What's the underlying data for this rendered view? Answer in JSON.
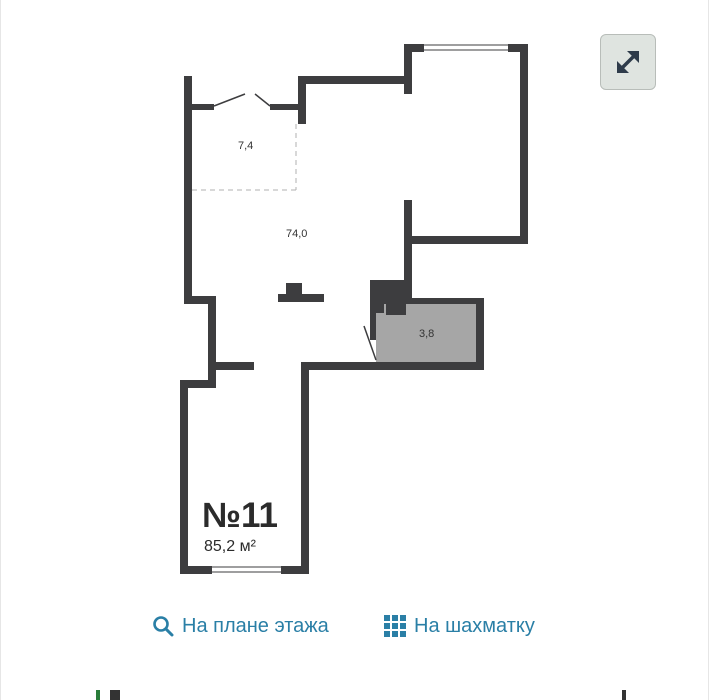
{
  "plan": {
    "rooms": [
      {
        "name": "hall",
        "label": "7,4"
      },
      {
        "name": "main",
        "label": "74,0"
      },
      {
        "name": "bathroom",
        "label": "3,8"
      }
    ],
    "apartment_number": "№11",
    "apartment_area": "85,2 м²"
  },
  "expand_button": {
    "icon": "expand-diagonal-arrows-icon"
  },
  "links": {
    "floor_plan": {
      "icon": "search-icon",
      "label": "На плане этажа"
    },
    "chess": {
      "icon": "grid-icon",
      "label": "На шахматку"
    }
  },
  "colors": {
    "wall": "#3d3d3f",
    "bathroom_fill": "#a6a6a6",
    "link": "#2a7fa6",
    "button_bg": "#dfe4e0"
  }
}
